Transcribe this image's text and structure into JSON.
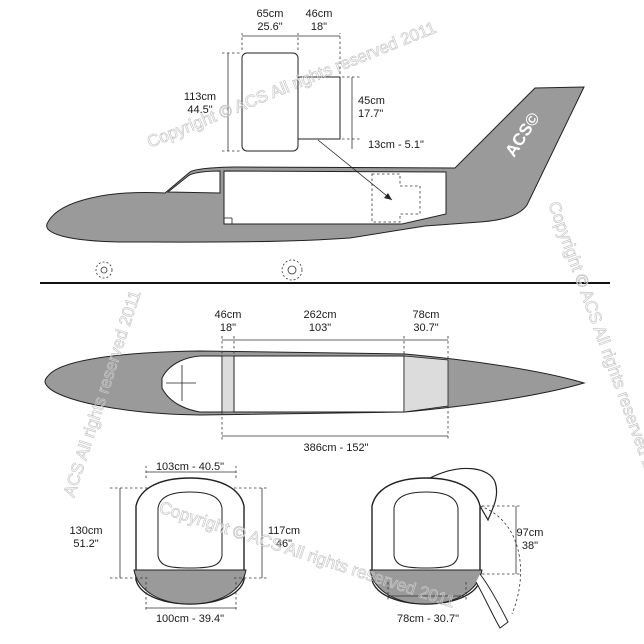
{
  "watermark": {
    "text_main": "Copyright © ACS All rights reserved 2011",
    "text_alt": "ACS All rights reserved 2011"
  },
  "tail_logo": "ACS©",
  "side_view": {
    "cargo_width": {
      "cm": "65cm",
      "in": "25.6\""
    },
    "cargo_depth": {
      "cm": "46cm",
      "in": "18\""
    },
    "cargo_height": {
      "cm": "113cm",
      "in": "44.5\""
    },
    "step_height": {
      "cm": "45cm",
      "in": "17.7\""
    },
    "step_offset": "13cm - 5.1\""
  },
  "top_view": {
    "front_section": {
      "cm": "46cm",
      "in": "18\""
    },
    "main_section": {
      "cm": "262cm",
      "in": "103\""
    },
    "rear_section": {
      "cm": "78cm",
      "in": "30.7\""
    },
    "total_length": "386cm - 152\""
  },
  "front_section_view": {
    "top_width": "103cm - 40.5\"",
    "outer_height": {
      "cm": "130cm",
      "in": "51.2\""
    },
    "inner_height": {
      "cm": "117cm",
      "in": "46\""
    },
    "floor_width": "100cm - 39.4\""
  },
  "rear_section_view": {
    "door_height": {
      "cm": "97cm",
      "in": "38\""
    },
    "floor_width": "78cm - 30.7\""
  },
  "colors": {
    "fuselage": "#9a9a9a",
    "cabin": "#ffffff",
    "stroke": "#222222",
    "watermark": "#c8c8c8"
  }
}
